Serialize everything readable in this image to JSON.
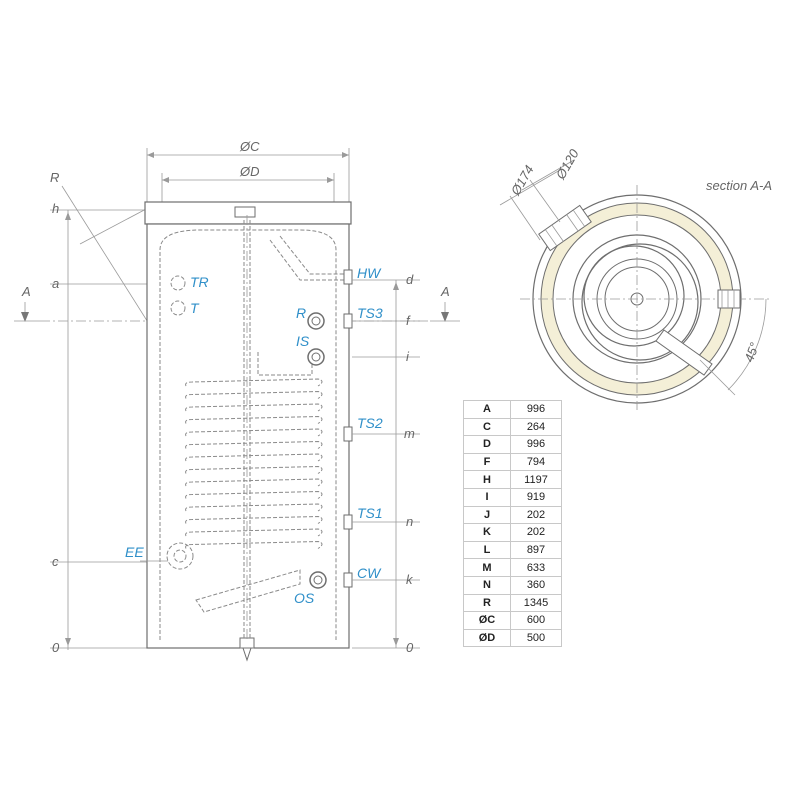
{
  "labels": {
    "phi_c": "ØC",
    "phi_d": "ØD",
    "R": "R",
    "h": "h",
    "a": "a",
    "c": "c",
    "zero_left": "0",
    "section_marker_left": "A",
    "section_marker_right": "A",
    "TR": "TR",
    "T": "T",
    "HW": "HW",
    "R_port": "R",
    "TS3": "TS3",
    "IS": "IS",
    "TS2": "TS2",
    "TS1": "TS1",
    "EE": "EE",
    "CW": "CW",
    "OS": "OS",
    "d": "d",
    "f": "f",
    "i": "i",
    "m": "m",
    "n": "n",
    "k": "k",
    "zero_right": "0",
    "section_title": "section A-A",
    "phi174": "Ø174",
    "phi120": "Ø120",
    "angle": "45°"
  },
  "dimensions_table": [
    {
      "key": "A",
      "value": "996"
    },
    {
      "key": "C",
      "value": "264"
    },
    {
      "key": "D",
      "value": "996"
    },
    {
      "key": "F",
      "value": "794"
    },
    {
      "key": "H",
      "value": "1197"
    },
    {
      "key": "I",
      "value": "919"
    },
    {
      "key": "J",
      "value": "202"
    },
    {
      "key": "K",
      "value": "202"
    },
    {
      "key": "L",
      "value": "897"
    },
    {
      "key": "M",
      "value": "633"
    },
    {
      "key": "N",
      "value": "360"
    },
    {
      "key": "R",
      "value": "1345"
    },
    {
      "key": "ØC",
      "value": "600"
    },
    {
      "key": "ØD",
      "value": "500"
    }
  ],
  "colors": {
    "port_labels": "#2f8fc9",
    "insulation": "#f4efd7",
    "lines": "#6e6e6e"
  }
}
